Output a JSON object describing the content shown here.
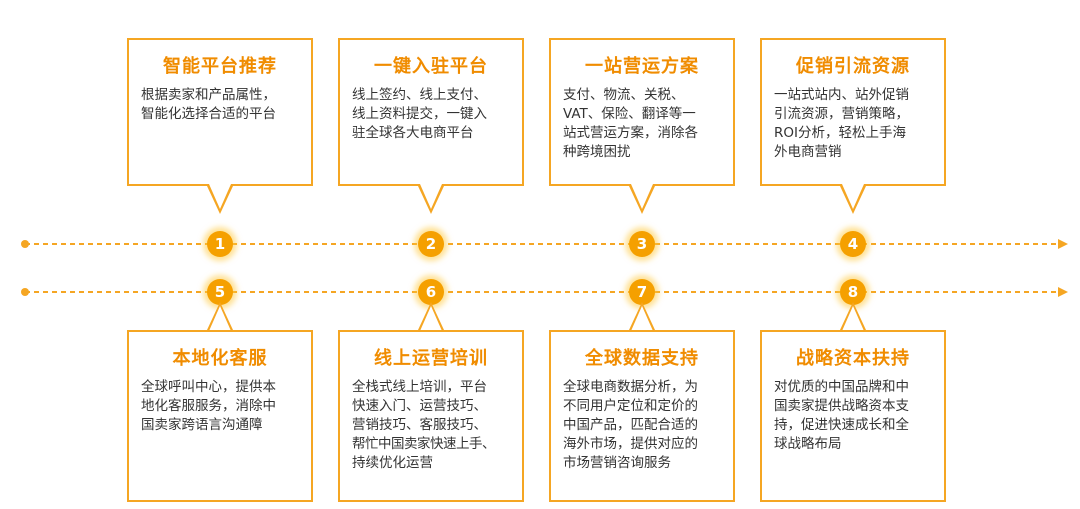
{
  "colors": {
    "accent": "#f5a623",
    "title": "#f08c00",
    "node": "#f5a000",
    "text": "#333333"
  },
  "top_items": [
    {
      "number": "1",
      "title": "智能平台推荐",
      "lines": [
        "根据卖家和产品属性，",
        "智能化选择合适的平台"
      ]
    },
    {
      "number": "2",
      "title": "一键入驻平台",
      "lines": [
        "线上签约、线上支付、",
        "线上资料提交，一键入",
        "驻全球各大电商平台"
      ]
    },
    {
      "number": "3",
      "title": "一站营运方案",
      "lines": [
        "支付、物流、关税、",
        "VAT、保险、翻译等一",
        "站式营运方案，消除各",
        "种跨境困扰"
      ]
    },
    {
      "number": "4",
      "title": "促销引流资源",
      "lines": [
        "一站式站内、站外促销",
        "引流资源，营销策略，",
        "ROI分析，轻松上手海",
        "外电商营销"
      ]
    }
  ],
  "bottom_items": [
    {
      "number": "5",
      "title": "本地化客服",
      "lines": [
        "全球呼叫中心，提供本",
        "地化客服服务，消除中",
        "国卖家跨语言沟通障"
      ]
    },
    {
      "number": "6",
      "title": "线上运营培训",
      "lines": [
        "全栈式线上培训，平台",
        "快速入门、运营技巧、",
        "营销技巧、客服技巧、",
        "帮忙中国卖家快速上手、",
        "持续优化运营"
      ]
    },
    {
      "number": "7",
      "title": "全球数据支持",
      "lines": [
        "全球电商数据分析，为",
        "不同用户定位和定价的",
        "中国产品，匹配合适的",
        "海外市场，提供对应的",
        "市场营销咨询服务"
      ]
    },
    {
      "number": "8",
      "title": "战略资本扶持",
      "lines": [
        "对优质的中国品牌和中",
        "国卖家提供战略资本支",
        "持，促进快速成长和全",
        "球战略布局"
      ]
    }
  ]
}
